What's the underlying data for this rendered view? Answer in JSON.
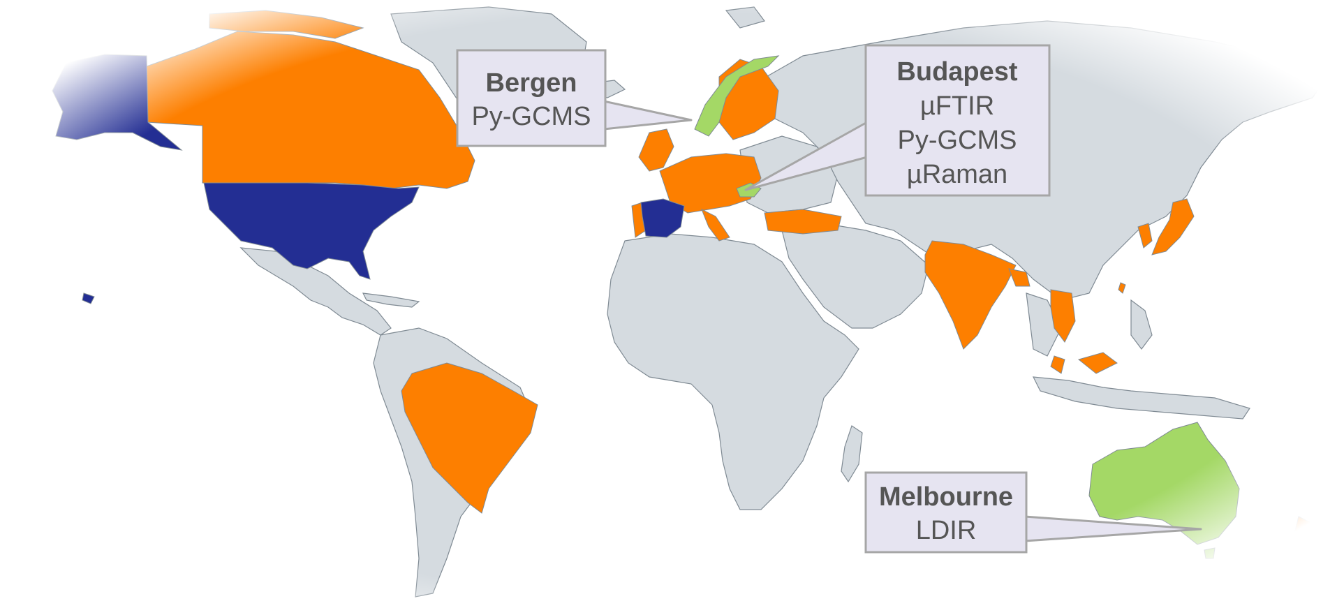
{
  "map": {
    "legend_colors": {
      "land": "#d5dbe0",
      "border": "#7f8a93",
      "category_blue": "#232e93",
      "category_orange": "#fd7f00",
      "category_green": "#a4d866"
    }
  },
  "callouts": {
    "bergen": {
      "title": "Bergen",
      "lines": [
        "Py-GCMS"
      ]
    },
    "budapest": {
      "title": "Budapest",
      "lines": [
        "µFTIR",
        "Py-GCMS",
        "µRaman"
      ]
    },
    "melbourne": {
      "title": "Melbourne",
      "lines": [
        "LDIR"
      ]
    }
  }
}
